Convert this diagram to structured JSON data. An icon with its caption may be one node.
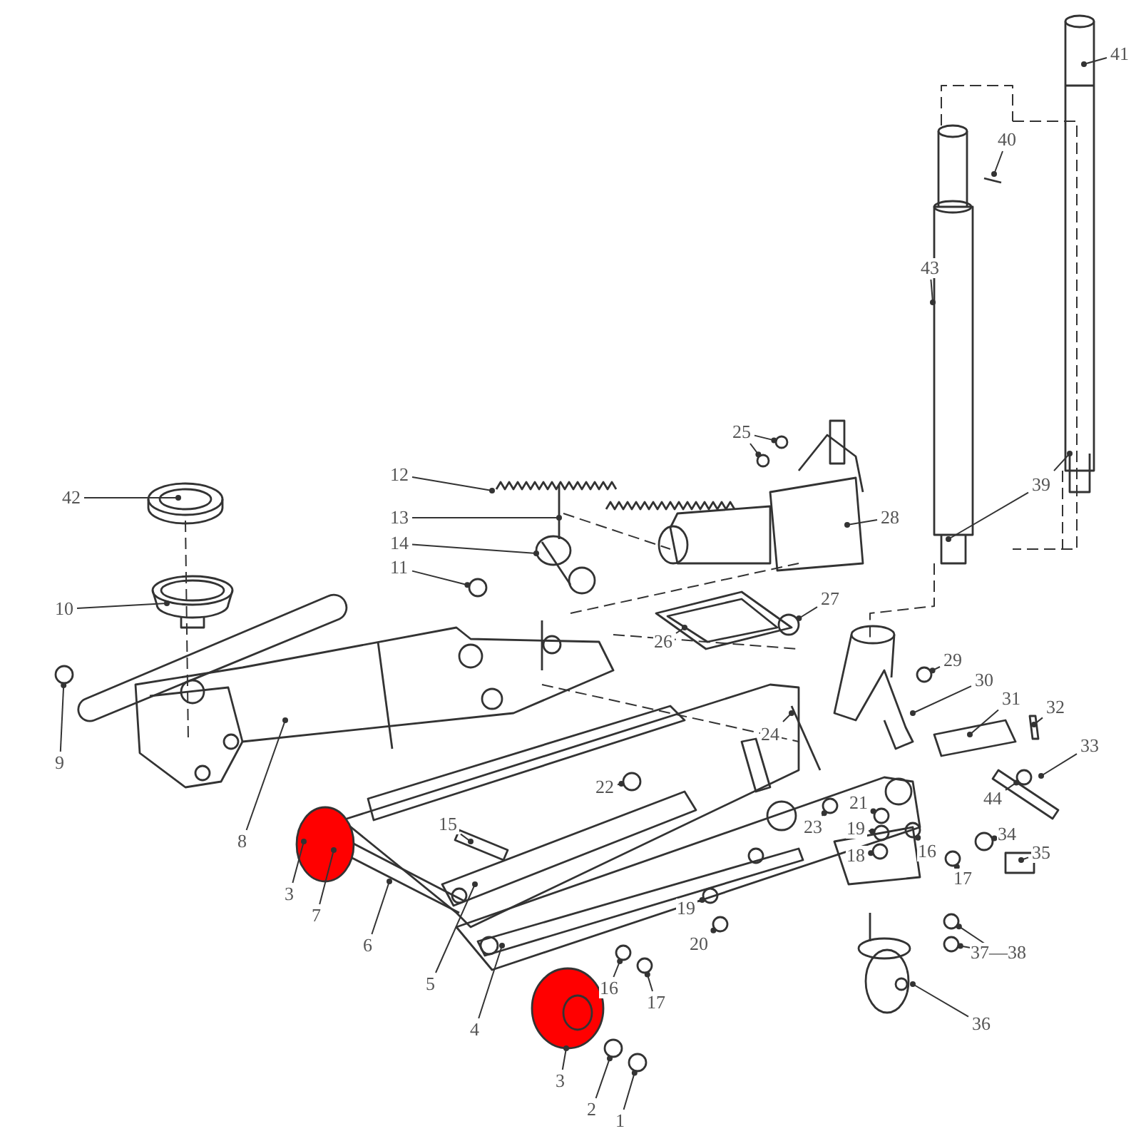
{
  "diagram": {
    "nodes": [
      {
        "text": [
          "41"
        ]
      },
      {
        "text": [
          "40"
        ]
      },
      {
        "text": [
          "43"
        ]
      },
      {
        "text": [
          "25"
        ]
      },
      {
        "text": [
          "12"
        ]
      },
      {
        "text": [
          "42"
        ]
      },
      {
        "text": [
          "39"
        ]
      },
      {
        "text": [
          "13"
        ]
      },
      {
        "text": [
          "28"
        ]
      },
      {
        "text": [
          "14"
        ]
      },
      {
        "text": [
          "11"
        ]
      },
      {
        "text": [
          "27"
        ]
      },
      {
        "text": [
          "10"
        ]
      },
      {
        "text": [
          "26"
        ]
      },
      {
        "text": [
          "29"
        ]
      },
      {
        "text": [
          "30"
        ]
      },
      {
        "text": [
          "31"
        ]
      },
      {
        "text": [
          "32"
        ]
      },
      {
        "text": [
          "24"
        ]
      },
      {
        "text": [
          "33"
        ]
      },
      {
        "text": [
          "9"
        ]
      },
      {
        "text": [
          "22"
        ]
      },
      {
        "text": [
          "44"
        ]
      },
      {
        "text": [
          "21"
        ]
      },
      {
        "text": [
          "23"
        ]
      },
      {
        "text": [
          "15"
        ]
      },
      {
        "text": [
          "19"
        ]
      },
      {
        "text": [
          "34"
        ]
      },
      {
        "text": [
          "8"
        ]
      },
      {
        "text": [
          "18"
        ]
      },
      {
        "text": [
          "35"
        ]
      },
      {
        "text": [
          "16"
        ]
      },
      {
        "text": [
          "17"
        ]
      },
      {
        "text": [
          "3"
        ]
      },
      {
        "text": [
          "19"
        ]
      },
      {
        "text": [
          "7"
        ]
      },
      {
        "text": [
          "20"
        ]
      },
      {
        "text": [
          "6"
        ]
      },
      {
        "text": [
          "37—38"
        ]
      },
      {
        "text": [
          "5"
        ]
      },
      {
        "text": [
          "16"
        ]
      },
      {
        "text": [
          "17"
        ]
      },
      {
        "text": [
          "36"
        ]
      },
      {
        "text": [
          "4"
        ]
      },
      {
        "text": [
          "3"
        ]
      },
      {
        "text": [
          "2"
        ]
      },
      {
        "text": [
          "1"
        ]
      }
    ],
    "edges": [
      {
        "from": 0,
        "to": null,
        "arrow": "other"
      },
      {
        "from": 1,
        "to": null,
        "arrow": "other"
      },
      {
        "from": 2,
        "to": null,
        "arrow": "other"
      },
      {
        "from": 3,
        "to": null,
        "arrow": "other"
      },
      {
        "from": 3,
        "to": null,
        "arrow": "other"
      },
      {
        "from": 4,
        "to": null,
        "arrow": "other"
      },
      {
        "from": 5,
        "to": null,
        "arrow": "other"
      },
      {
        "from": 6,
        "to": null,
        "arrow": "other"
      },
      {
        "from": 6,
        "to": null,
        "arrow": "other"
      },
      {
        "from": 7,
        "to": null,
        "arrow": "other"
      },
      {
        "from": 8,
        "to": null,
        "arrow": "other"
      },
      {
        "from": 9,
        "to": null,
        "arrow": "other"
      },
      {
        "from": 10,
        "to": null,
        "arrow": "other"
      },
      {
        "from": 11,
        "to": null,
        "arrow": "other"
      },
      {
        "from": 12,
        "to": null,
        "arrow": "other"
      },
      {
        "from": 13,
        "to": null,
        "arrow": "other"
      },
      {
        "from": 14,
        "to": null,
        "arrow": "other"
      },
      {
        "from": 15,
        "to": null,
        "arrow": "other"
      },
      {
        "from": 16,
        "to": null,
        "arrow": "other"
      },
      {
        "from": 17,
        "to": null,
        "arrow": "other"
      },
      {
        "from": 18,
        "to": null,
        "arrow": "other"
      },
      {
        "from": 19,
        "to": null,
        "arrow": "other"
      },
      {
        "from": 20,
        "to": null,
        "arrow": "other"
      },
      {
        "from": 21,
        "to": null,
        "arrow": "other"
      },
      {
        "from": 22,
        "to": null,
        "arrow": "other"
      },
      {
        "from": 23,
        "to": null,
        "arrow": "other"
      },
      {
        "from": 24,
        "to": null,
        "arrow": "other"
      },
      {
        "from": 25,
        "to": null,
        "arrow": "other"
      },
      {
        "from": 26,
        "to": null,
        "arrow": "other"
      },
      {
        "from": 27,
        "to": null,
        "arrow": "other"
      },
      {
        "from": 28,
        "to": null,
        "arrow": "other"
      },
      {
        "from": 29,
        "to": null,
        "arrow": "other"
      },
      {
        "from": 30,
        "to": null,
        "arrow": "other"
      },
      {
        "from": 31,
        "to": null,
        "arrow": "other"
      },
      {
        "from": 32,
        "to": null,
        "arrow": "other"
      },
      {
        "from": 33,
        "to": null,
        "arrow": "other"
      },
      {
        "from": 34,
        "to": null,
        "arrow": "other"
      },
      {
        "from": 35,
        "to": null,
        "arrow": "other"
      },
      {
        "from": 36,
        "to": null,
        "arrow": "other"
      },
      {
        "from": 37,
        "to": null,
        "arrow": "other"
      },
      {
        "from": 38,
        "to": null,
        "arrow": "other"
      },
      {
        "from": 38,
        "to": null,
        "arrow": "other"
      },
      {
        "from": 39,
        "to": null,
        "arrow": "other"
      },
      {
        "from": 40,
        "to": null,
        "arrow": "other"
      },
      {
        "from": 41,
        "to": null,
        "arrow": "other"
      },
      {
        "from": 42,
        "to": null,
        "arrow": "other"
      },
      {
        "from": 43,
        "to": null,
        "arrow": "other"
      },
      {
        "from": 44,
        "to": null,
        "arrow": "other"
      },
      {
        "from": 45,
        "to": null,
        "arrow": "other"
      },
      {
        "from": 46,
        "to": null,
        "arrow": "other"
      }
    ]
  }
}
